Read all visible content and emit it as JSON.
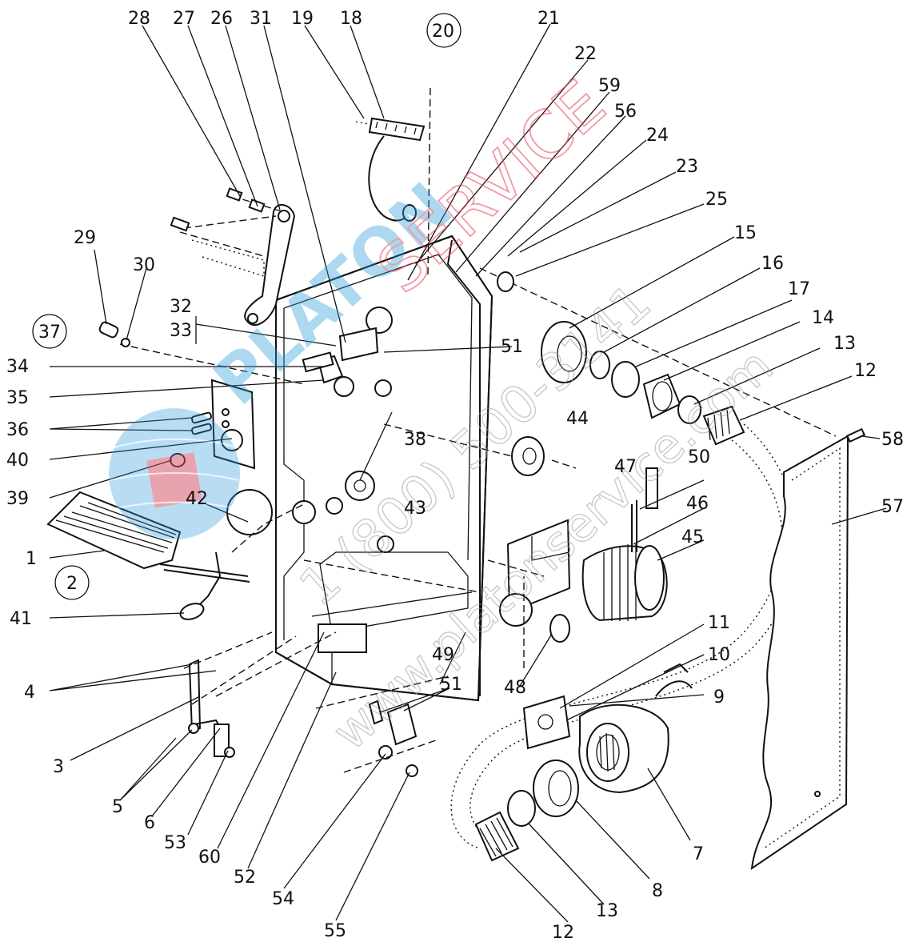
{
  "callouts": {
    "c1": "1",
    "c2": "2",
    "c3": "3",
    "c4": "4",
    "c5": "5",
    "c6": "6",
    "c7": "7",
    "c8": "8",
    "c9": "9",
    "c10": "10",
    "c11": "11",
    "c12a": "12",
    "c12b": "12",
    "c13a": "13",
    "c13b": "13",
    "c14": "14",
    "c15": "15",
    "c16": "16",
    "c17": "17",
    "c18": "18",
    "c19": "19",
    "c20": "20",
    "c21": "21",
    "c22": "22",
    "c23": "23",
    "c24": "24",
    "c25": "25",
    "c26": "26",
    "c27": "27",
    "c28": "28",
    "c29": "29",
    "c30": "30",
    "c31": "31",
    "c32": "32",
    "c33": "33",
    "c34": "34",
    "c35": "35",
    "c36": "36",
    "c37": "37",
    "c38": "38",
    "c39": "39",
    "c40": "40",
    "c41": "41",
    "c42": "42",
    "c43": "43",
    "c44": "44",
    "c45": "45",
    "c46": "46",
    "c47": "47",
    "c48": "48",
    "c49": "49",
    "c50": "50",
    "c51a": "51",
    "c51b": "51",
    "c52": "52",
    "c53": "53",
    "c54": "54",
    "c55": "55",
    "c56": "56",
    "c57": "57",
    "c58": "58",
    "c59": "59",
    "c60": "60"
  },
  "watermark": {
    "brand": "PLATON",
    "service": "SERVICE",
    "phone": "1 (800) 500-3141",
    "url": "www.platonservice.com",
    "logo_colors": {
      "globe": "#2a9ad8",
      "square": "#e8465a"
    }
  }
}
